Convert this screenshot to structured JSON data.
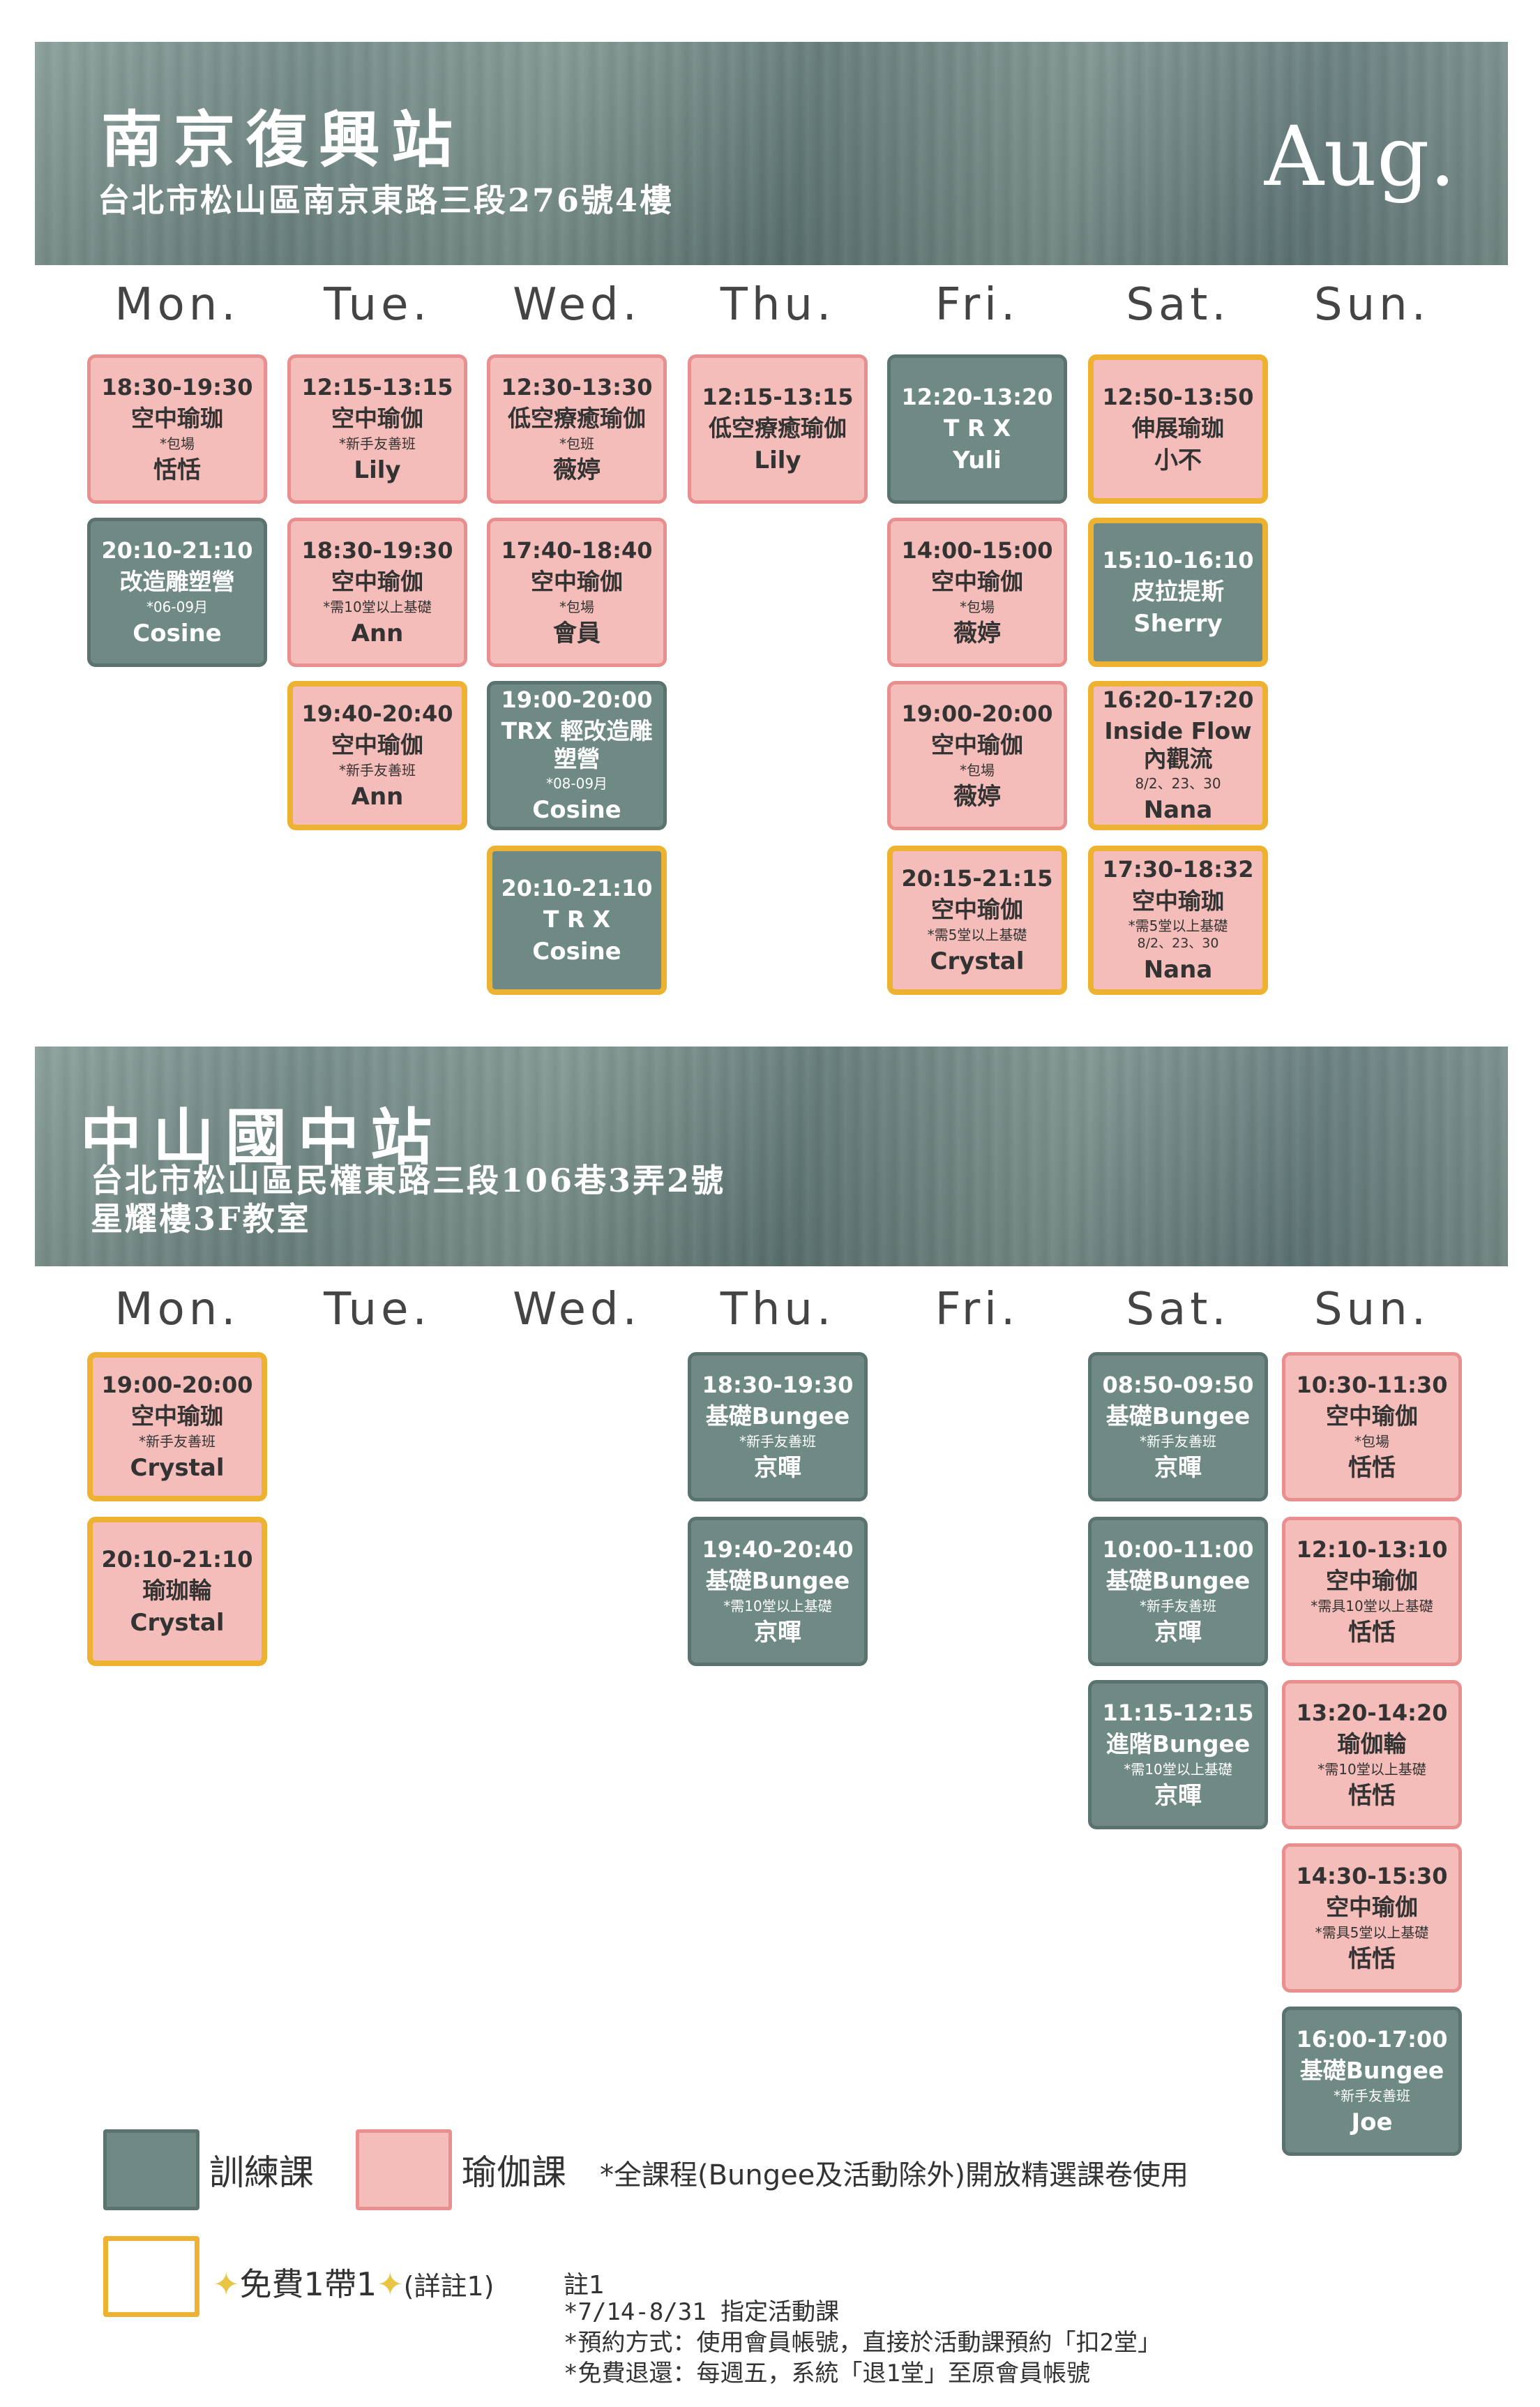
{
  "section1": {
    "title": "南京復興站",
    "address": "台北市松山區南京東路三段276號4樓",
    "month": "Aug.",
    "days": [
      "Mon.",
      "Tue.",
      "Wed.",
      "Thu.",
      "Fri.",
      "Sat.",
      "Sun."
    ],
    "classes": [
      {
        "day": 0,
        "row": 0,
        "type": "yoga",
        "free": false,
        "time": "18:30-19:30",
        "name": "空中瑜珈",
        "note": "*包場",
        "teacher": "恬恬"
      },
      {
        "day": 0,
        "row": 1,
        "type": "train",
        "free": false,
        "time": "20:10-21:10",
        "name": "改造雕塑營",
        "note": "*06-09月",
        "teacher": "Cosine"
      },
      {
        "day": 1,
        "row": 0,
        "type": "yoga",
        "free": false,
        "time": "12:15-13:15",
        "name": "空中瑜伽",
        "note": "*新手友善班",
        "teacher": "Lily"
      },
      {
        "day": 1,
        "row": 1,
        "type": "yoga",
        "free": false,
        "time": "18:30-19:30",
        "name": "空中瑜伽",
        "note": "*需10堂以上基礎",
        "teacher": "Ann"
      },
      {
        "day": 1,
        "row": 2,
        "type": "yoga",
        "free": true,
        "time": "19:40-20:40",
        "name": "空中瑜伽",
        "note": "*新手友善班",
        "teacher": "Ann"
      },
      {
        "day": 2,
        "row": 0,
        "type": "yoga",
        "free": false,
        "time": "12:30-13:30",
        "name": "低空療癒瑜伽",
        "note": "*包班",
        "teacher": "薇婷"
      },
      {
        "day": 2,
        "row": 1,
        "type": "yoga",
        "free": false,
        "time": "17:40-18:40",
        "name": "空中瑜伽",
        "note": "*包場",
        "teacher": "會員"
      },
      {
        "day": 2,
        "row": 2,
        "type": "train",
        "free": false,
        "time": "19:00-20:00",
        "name": "TRX 輕改造雕塑營",
        "note": "*08-09月",
        "teacher": "Cosine"
      },
      {
        "day": 2,
        "row": 3,
        "type": "train",
        "free": true,
        "time": "20:10-21:10",
        "name": "T R X",
        "note": "",
        "teacher": "Cosine"
      },
      {
        "day": 3,
        "row": 0,
        "type": "yoga",
        "free": false,
        "time": "12:15-13:15",
        "name": "低空療癒瑜伽",
        "note": "",
        "teacher": "Lily"
      },
      {
        "day": 4,
        "row": 0,
        "type": "train",
        "free": false,
        "time": "12:20-13:20",
        "name": "T R X",
        "note": "",
        "teacher": "Yuli"
      },
      {
        "day": 4,
        "row": 1,
        "type": "yoga",
        "free": false,
        "time": "14:00-15:00",
        "name": "空中瑜伽",
        "note": "*包場",
        "teacher": "薇婷"
      },
      {
        "day": 4,
        "row": 2,
        "type": "yoga",
        "free": false,
        "time": "19:00-20:00",
        "name": "空中瑜伽",
        "note": "*包場",
        "teacher": "薇婷"
      },
      {
        "day": 4,
        "row": 3,
        "type": "yoga",
        "free": true,
        "time": "20:15-21:15",
        "name": "空中瑜伽",
        "note": "*需5堂以上基礎",
        "teacher": "Crystal"
      },
      {
        "day": 5,
        "row": 0,
        "type": "yoga",
        "free": true,
        "time": "12:50-13:50",
        "name": "伸展瑜珈",
        "note": "",
        "teacher": "小不"
      },
      {
        "day": 5,
        "row": 1,
        "type": "train",
        "free": true,
        "time": "15:10-16:10",
        "name": "皮拉提斯",
        "note": "",
        "teacher": "Sherry"
      },
      {
        "day": 5,
        "row": 2,
        "type": "yoga",
        "free": true,
        "time": "16:20-17:20",
        "name": "Inside Flow 內觀流",
        "note": "8/2、23、30",
        "teacher": "Nana"
      },
      {
        "day": 5,
        "row": 3,
        "type": "yoga",
        "free": true,
        "time": "17:30-18:32",
        "name": "空中瑜珈",
        "note": "*需5堂以上基礎",
        "dates": "8/2、23、30",
        "teacher": "Nana"
      }
    ]
  },
  "section2": {
    "title": "中山國中站",
    "address_line1": "台北市松山區民權東路三段106巷3弄2號",
    "address_line2": "星耀樓3F教室",
    "days": [
      "Mon.",
      "Tue.",
      "Wed.",
      "Thu.",
      "Fri.",
      "Sat.",
      "Sun."
    ],
    "classes": [
      {
        "day": 0,
        "row": 0,
        "type": "yoga",
        "free": true,
        "time": "19:00-20:00",
        "name": "空中瑜珈",
        "note": "*新手友善班",
        "teacher": "Crystal"
      },
      {
        "day": 0,
        "row": 1,
        "type": "yoga",
        "free": true,
        "time": "20:10-21:10",
        "name": "瑜珈輪",
        "note": "",
        "teacher": "Crystal"
      },
      {
        "day": 3,
        "row": 0,
        "type": "train",
        "free": false,
        "time": "18:30-19:30",
        "name": "基礎Bungee",
        "note": "*新手友善班",
        "teacher": "京暉"
      },
      {
        "day": 3,
        "row": 1,
        "type": "train",
        "free": false,
        "time": "19:40-20:40",
        "name": "基礎Bungee",
        "note": "*需10堂以上基礎",
        "teacher": "京暉"
      },
      {
        "day": 5,
        "row": 0,
        "type": "train",
        "free": false,
        "time": "08:50-09:50",
        "name": "基礎Bungee",
        "note": "*新手友善班",
        "teacher": "京暉"
      },
      {
        "day": 5,
        "row": 1,
        "type": "train",
        "free": false,
        "time": "10:00-11:00",
        "name": "基礎Bungee",
        "note": "*新手友善班",
        "teacher": "京暉"
      },
      {
        "day": 5,
        "row": 2,
        "type": "train",
        "free": false,
        "time": "11:15-12:15",
        "name": "進階Bungee",
        "note": "*需10堂以上基礎",
        "teacher": "京暉"
      },
      {
        "day": 6,
        "row": 0,
        "type": "yoga",
        "free": false,
        "time": "10:30-11:30",
        "name": "空中瑜伽",
        "note": "*包場",
        "teacher": "恬恬"
      },
      {
        "day": 6,
        "row": 1,
        "type": "yoga",
        "free": false,
        "time": "12:10-13:10",
        "name": "空中瑜伽",
        "note": "*需具10堂以上基礎",
        "teacher": "恬恬"
      },
      {
        "day": 6,
        "row": 2,
        "type": "yoga",
        "free": false,
        "time": "13:20-14:20",
        "name": "瑜伽輪",
        "note": "*需10堂以上基礎",
        "teacher": "恬恬"
      },
      {
        "day": 6,
        "row": 3,
        "type": "yoga",
        "free": false,
        "time": "14:30-15:30",
        "name": "空中瑜伽",
        "note": "*需具5堂以上基礎",
        "teacher": "恬恬"
      },
      {
        "day": 6,
        "row": 4,
        "type": "train",
        "free": false,
        "time": "16:00-17:00",
        "name": "基礎Bungee",
        "note": "*新手友善班",
        "teacher": "Joe"
      }
    ]
  },
  "legend": {
    "train_label": "訓練課",
    "yoga_label": "瑜伽課",
    "yoga_note": "*全課程(Bungee及活動除外)開放精選課卷使用",
    "free_label": "免費1帶1",
    "free_note": "(詳註1)",
    "note_title": "註1",
    "notes": [
      "*7/14-8/31 指定活動課",
      "*預約方式：使用會員帳號，直接於活動課預約「扣2堂」",
      "*免費退還：每週五，系統「退1堂」至原會員帳號"
    ]
  },
  "colors": {
    "train": "#6f8984",
    "yoga": "#f4bdb9",
    "free_border": "#eeb232",
    "banner": "#6f8783"
  }
}
